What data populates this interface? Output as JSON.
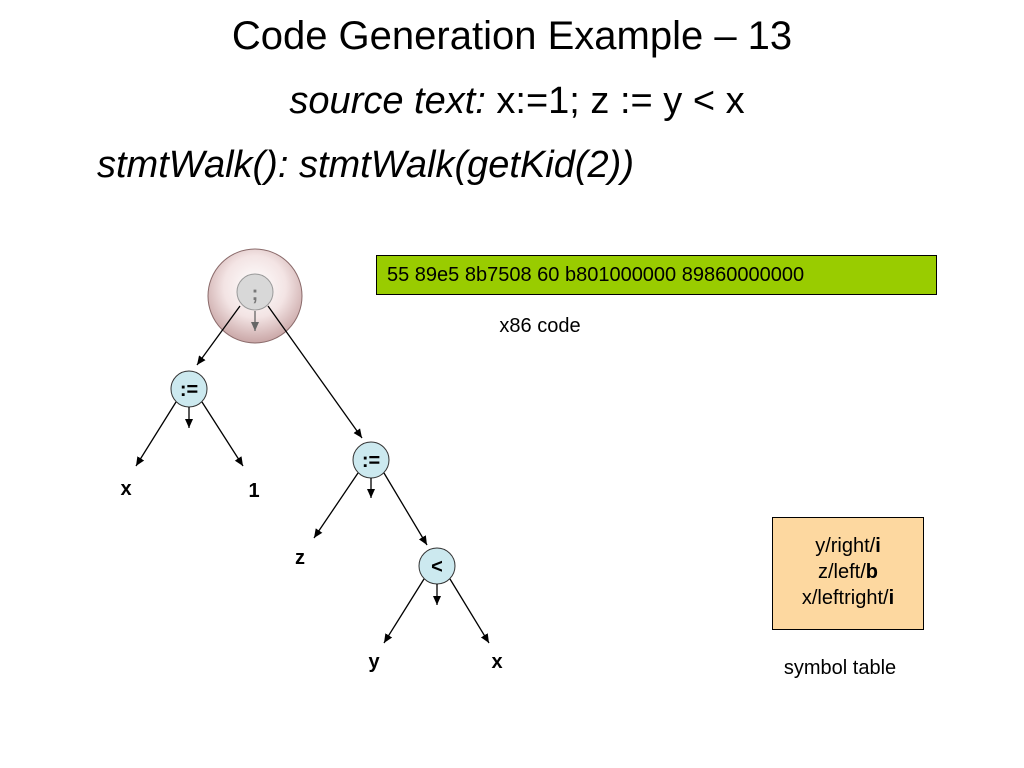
{
  "slide": {
    "title": "Code Generation Example – 13",
    "source_label": "source text:",
    "source_code": " x:=1; z := y < x",
    "walk_text": "stmtWalk(): stmtWalk(getKid(2))"
  },
  "code": {
    "bytes": "55 89e5 8b7508 60 b801000000 89860000000",
    "caption": "x86 code"
  },
  "symbol_table": {
    "rows": [
      {
        "name": "y/right/",
        "tag": "i"
      },
      {
        "name": "z/left/",
        "tag": "b"
      },
      {
        "name": "x/leftright/",
        "tag": "i"
      }
    ],
    "caption": "symbol table"
  },
  "tree": {
    "root_label": ";",
    "assign1_label": ":=",
    "assign2_label": ":=",
    "less_label": "<",
    "leaf_x1": "x",
    "leaf_1": "1",
    "leaf_z": "z",
    "leaf_y": "y",
    "leaf_x2": "x"
  },
  "colors": {
    "code_box": "#99cc00",
    "symbol_table_box": "#fdd8a0",
    "inner_node_fill": "#cce9ef",
    "root_node_fill": "#c9a6a6"
  }
}
